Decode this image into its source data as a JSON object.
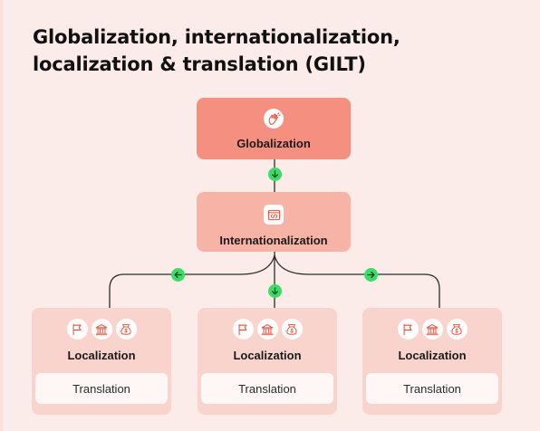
{
  "title": "Globalization, internationalization, localization & translation (GILT)",
  "colors": {
    "background": "#fcece9",
    "globalization_box": "#f58f80",
    "internationalization_box": "#f8b3a7",
    "localization_box": "#f9d4cd",
    "translation_chip": "#fef7f6",
    "connector": "#2b2b2b",
    "arrow_dot": "#3ddc67",
    "icon_stroke": "#e8503a"
  },
  "nodes": {
    "globalization": {
      "label": "Globalization",
      "icon": "waving-hands-icon"
    },
    "internationalization": {
      "label": "Internationalization",
      "icon": "code-window-icon"
    },
    "localizations": [
      {
        "label": "Localization",
        "translation": "Translation",
        "icons": [
          "flag-icon",
          "bank-icon",
          "money-bag-icon"
        ]
      },
      {
        "label": "Localization",
        "translation": "Translation",
        "icons": [
          "flag-icon",
          "bank-icon",
          "money-bag-icon"
        ]
      },
      {
        "label": "Localization",
        "translation": "Translation",
        "icons": [
          "flag-icon",
          "bank-icon",
          "money-bag-icon"
        ]
      }
    ]
  },
  "arrows": {
    "global_to_intl": "down-arrow-icon",
    "intl_to_left": "left-arrow-icon",
    "intl_to_center": "down-arrow-icon",
    "intl_to_right": "right-arrow-icon"
  }
}
